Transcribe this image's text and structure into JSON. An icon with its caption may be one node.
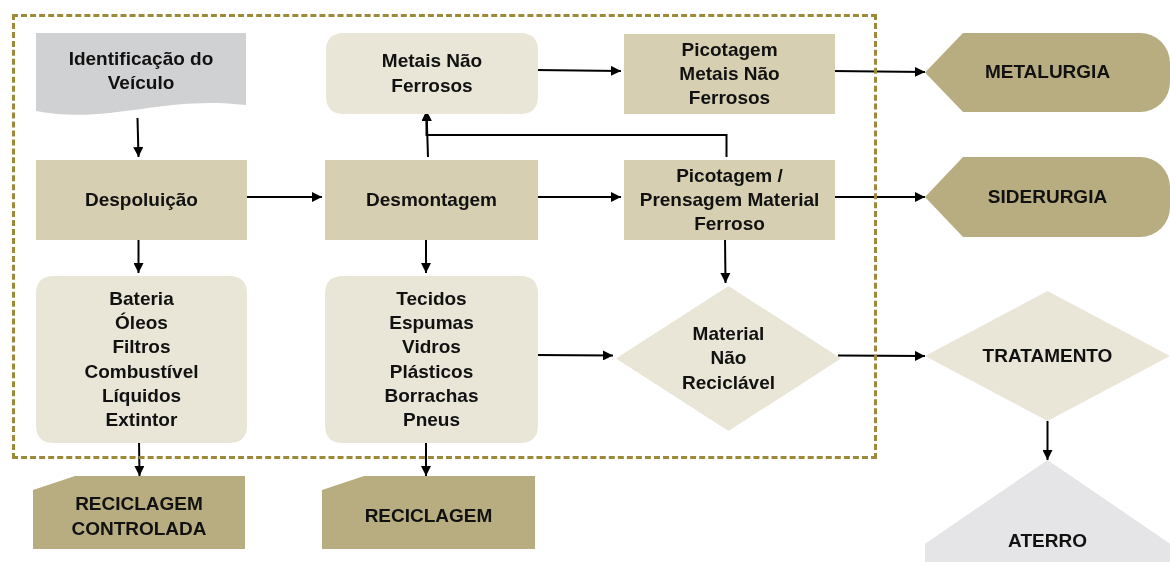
{
  "diagram": {
    "nodes": [
      {
        "text": [],
        "shape": "box"
      },
      {
        "text": [
          "Identificação do Veículo"
        ],
        "in": 0
      },
      {
        "text": [
          "Metais Não Ferrosos"
        ],
        "in": 0
      },
      {
        "text": [
          "Picotagem Metais Não Ferrosos"
        ],
        "in": 0
      },
      {
        "text": [
          "METALURGIA"
        ]
      },
      {
        "text": [
          "Despoluição"
        ],
        "in": 0
      },
      {
        "text": [
          "Desmontagem"
        ],
        "in": 0
      },
      {
        "text": [
          "Picotagem / Prensagem Material Ferroso"
        ],
        "in": 0
      },
      {
        "text": [
          "SIDERURGIA"
        ]
      },
      {
        "text": [
          "Bateria Óleos Filtros Combustível Líquidos Extintor"
        ],
        "in": 0
      },
      {
        "text": [
          "Tecidos Espumas Vidros Plásticos Borrachas Pneus"
        ],
        "in": 0
      },
      {
        "text": [
          "Material Não Reciclável"
        ],
        "in": 0
      },
      {
        "text": [
          "TRATAMENTO"
        ]
      },
      {
        "text": [
          "RECICLAGEM CONTROLADA"
        ]
      },
      {
        "text": [
          "RECICLAGEM"
        ]
      },
      {
        "text": [
          "ATERRO"
        ]
      }
    ],
    "edges": [
      {
        "from": 1,
        "to": 5,
        "arrow": "to"
      },
      {
        "from": 5,
        "to": 6,
        "arrow": "to"
      },
      {
        "from": 5,
        "to": 9,
        "arrow": "to"
      },
      {
        "from": 6,
        "to": 2,
        "arrow": "to"
      },
      {
        "from": 7,
        "to": 2,
        "arrow": "to"
      },
      {
        "from": 2,
        "to": 3,
        "arrow": "to"
      },
      {
        "from": 3,
        "to": 4,
        "arrow": "to"
      },
      {
        "from": 6,
        "to": 7,
        "arrow": "to"
      },
      {
        "from": 7,
        "to": 8,
        "arrow": "to"
      },
      {
        "from": 6,
        "to": 10,
        "arrow": "to"
      },
      {
        "from": 7,
        "to": 11,
        "arrow": "to"
      },
      {
        "from": 10,
        "to": 11,
        "arrow": "to"
      },
      {
        "from": 11,
        "to": 12,
        "arrow": "to"
      },
      {
        "from": 12,
        "to": 15,
        "arrow": "to"
      },
      {
        "from": 9,
        "to": 13,
        "arrow": "to"
      },
      {
        "from": 10,
        "to": 14,
        "arrow": "to"
      }
    ]
  }
}
